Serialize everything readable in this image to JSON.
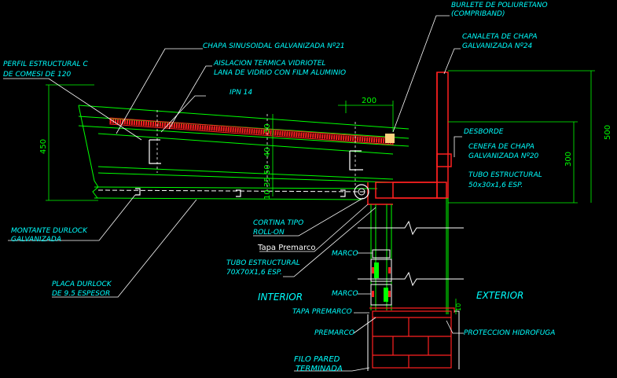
{
  "labels": {
    "burlete": [
      "BURLETE DE POLIURETANO",
      "(COMPRIBAND)"
    ],
    "chapa_sinusoidal": "CHAPA SINUSOIDAL GALVANIZADA Nº21",
    "canaleta": [
      "CANALETA DE CHAPA",
      "GALVANIZADA Nº24"
    ],
    "perfil": [
      "PERFIL ESTRUCTURAL C",
      "DE COMESI DE 120"
    ],
    "aislacion": [
      "AISLACION TERMICA VIDRIOTEL",
      "LANA DE VIDRIO CON FILM ALUMINIO"
    ],
    "ipn": "IPN 14",
    "desborde": "DESBORDE",
    "cenefa": [
      "CENEFA DE CHAPA",
      "GALVANIZADA Nº20"
    ],
    "tubo_50": [
      "TUBO ESTRUCTURAL",
      "50x30x1,6 ESP."
    ],
    "montante": [
      "MONTANTE DURLOCK",
      "GALVANIZADA"
    ],
    "cortina": [
      "CORTINA TIPO",
      "ROLL-ON"
    ],
    "tapa_premarco_top": "Tapa Premarco",
    "tubo_70": [
      "TUBO ESTRUCTURAL",
      "70X70X1,6 ESP."
    ],
    "marco_top": "MARCO",
    "placa": [
      "PLACA DURLOCK",
      "DE 9.5 ESPESOR"
    ],
    "interior": "INTERIOR",
    "exterior": "EXTERIOR",
    "marco_bottom": "MARCO",
    "tapa_premarco_bottom": "TAPA PREMARCO",
    "premarco": "PREMARCO",
    "proteccion": "PROTECCION HIDROFUGA",
    "filo_pared": [
      "FILO PARED",
      "TERMINADA"
    ]
  },
  "dimensions": {
    "d450": "450",
    "d200": "200",
    "d30": "30",
    "d40": "40",
    "d35_50": "35 50",
    "d10": "10",
    "d300": "300",
    "d500": "500"
  },
  "colors": {
    "background": "#000000",
    "annotation": "#00ffff",
    "dimension": "#00ff00",
    "structure": "#00ff00",
    "section_red": "#ff2020",
    "white": "#ffffff",
    "yellow": "#ffff00"
  }
}
